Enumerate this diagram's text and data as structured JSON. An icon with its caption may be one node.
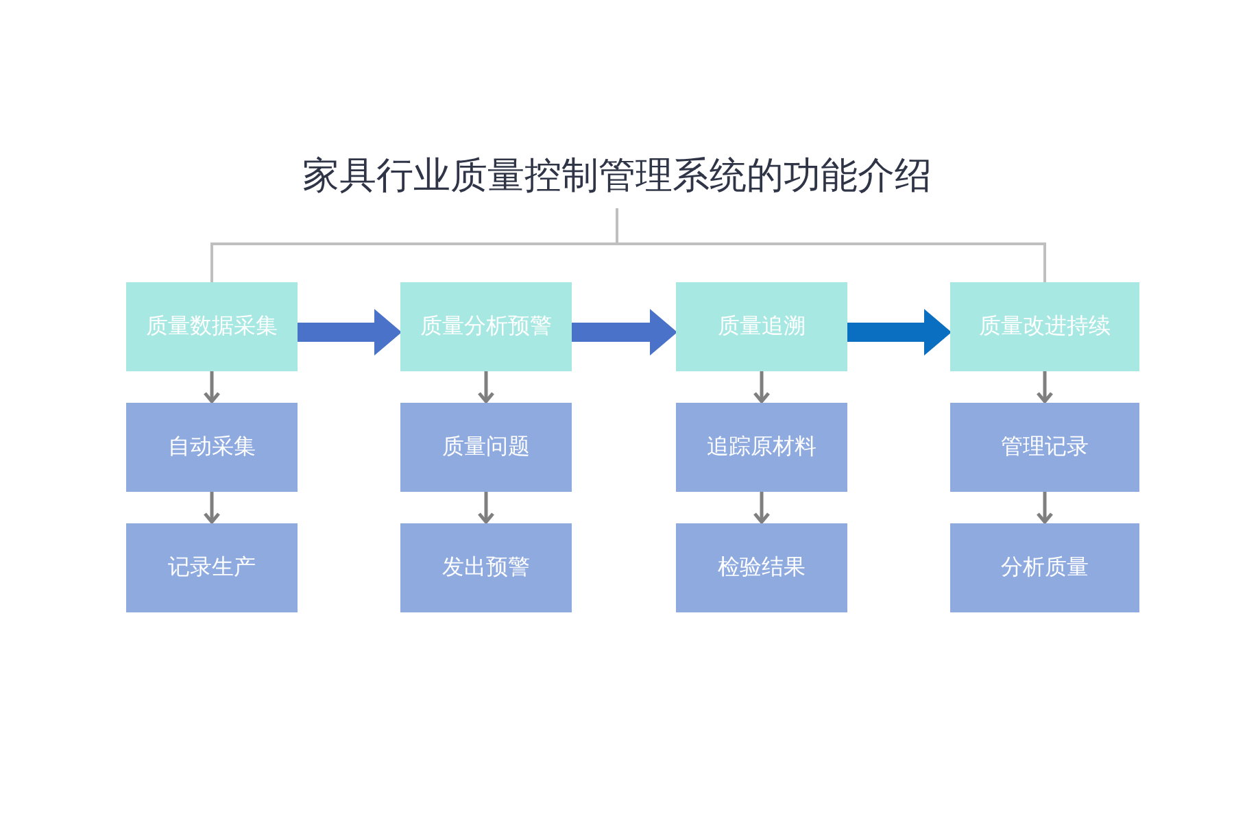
{
  "diagram": {
    "nodes": [
      {
        "text": [
          "家具行业质量控制管理系统的功能介绍"
        ]
      },
      {
        "text": [
          "质量数据采集"
        ]
      },
      {
        "text": [
          "质量分析预警"
        ]
      },
      {
        "text": [
          "质量追溯"
        ]
      },
      {
        "text": [
          "质量改进持续"
        ]
      },
      {
        "text": [
          "自动采集"
        ]
      },
      {
        "text": [
          "质量问题"
        ]
      },
      {
        "text": [
          "追踪原材料"
        ]
      },
      {
        "text": [
          "管理记录"
        ]
      },
      {
        "text": [
          "记录生产"
        ]
      },
      {
        "text": [
          "发出预警"
        ]
      },
      {
        "text": [
          "检验结果"
        ]
      },
      {
        "text": [
          "分析质量"
        ]
      }
    ],
    "edges": [
      {
        "from": 0,
        "to": 1,
        "arrow": "none",
        "color": "#bfbfbf"
      },
      {
        "from": 0,
        "to": 4,
        "arrow": "none",
        "color": "#bfbfbf"
      },
      {
        "from": 1,
        "to": 2,
        "arrow": "to",
        "style": "thick",
        "color": "#4a72c8"
      },
      {
        "from": 2,
        "to": 3,
        "arrow": "to",
        "style": "thick",
        "color": "#4a72c8"
      },
      {
        "from": 3,
        "to": 4,
        "arrow": "to",
        "style": "thick",
        "color": "#0b6fc1"
      },
      {
        "from": 1,
        "to": 5,
        "arrow": "to"
      },
      {
        "from": 5,
        "to": 9,
        "arrow": "to"
      },
      {
        "from": 2,
        "to": 6,
        "arrow": "to"
      },
      {
        "from": 6,
        "to": 10,
        "arrow": "to"
      },
      {
        "from": 3,
        "to": 7,
        "arrow": "to"
      },
      {
        "from": 7,
        "to": 11,
        "arrow": "to"
      },
      {
        "from": 4,
        "to": 8,
        "arrow": "to"
      },
      {
        "from": 8,
        "to": 12,
        "arrow": "to"
      }
    ]
  }
}
